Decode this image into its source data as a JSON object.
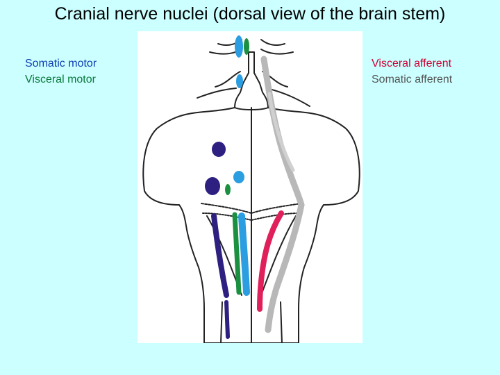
{
  "title": "Cranial nerve nuclei (dorsal view of the brain stem)",
  "legend_left": [
    {
      "label": "Somatic motor",
      "color": "#0d3db3"
    },
    {
      "label": "Visceral motor",
      "color": "#0a7a3a"
    }
  ],
  "legend_right": [
    {
      "label": "Visceral afferent",
      "color": "#cc0033"
    },
    {
      "label": "Somatic afferent",
      "color": "#555555"
    }
  ],
  "colors": {
    "somatic_motor_nucleus": "#2d2080",
    "visceral_motor_nucleus": "#1a9040",
    "somatic_afferent_nucleus": "#b8b8b8",
    "visceral_afferent_nucleus": "#e0205a",
    "cyan_nucleus": "#2a9ee0"
  }
}
